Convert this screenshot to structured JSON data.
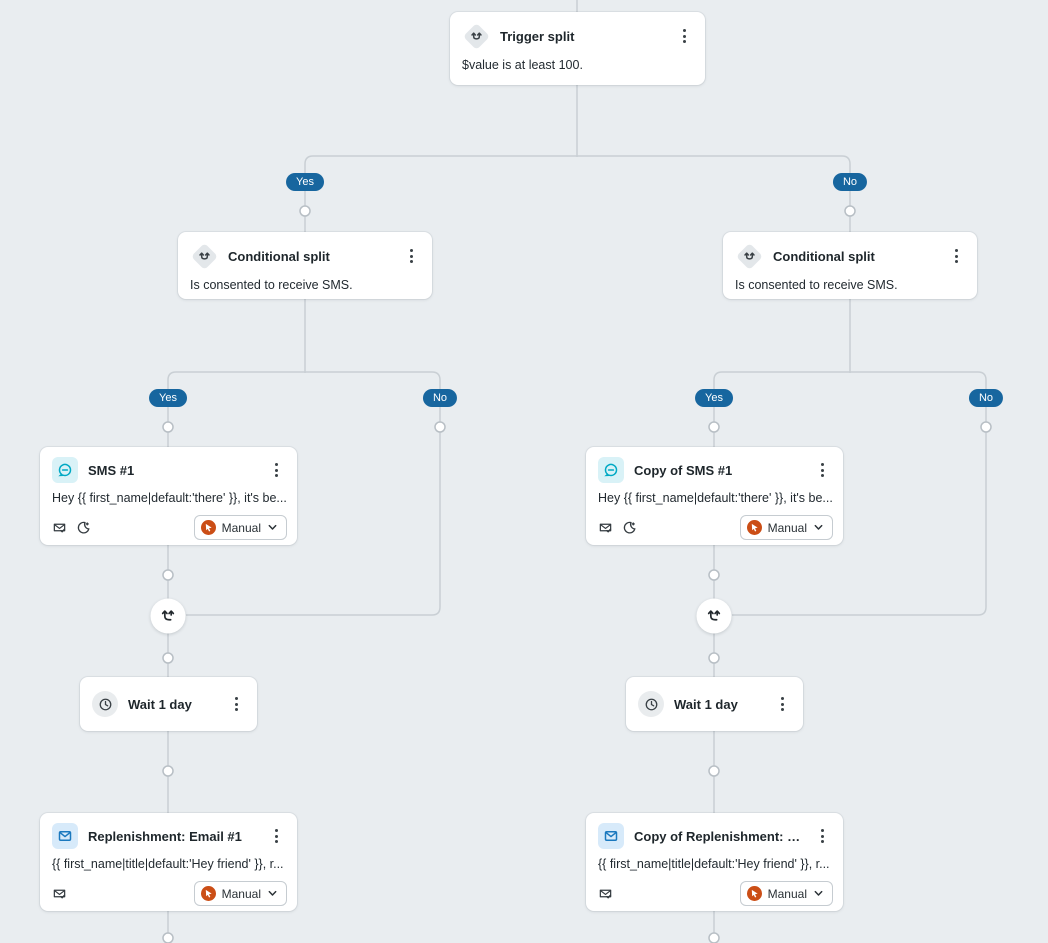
{
  "flow": {
    "labels": {
      "yes": "Yes",
      "no": "No"
    },
    "trigger": {
      "title": "Trigger split",
      "body": "$value is at least 100."
    },
    "conditional_left": {
      "title": "Conditional split",
      "body": "Is consented to receive SMS."
    },
    "conditional_right": {
      "title": "Conditional split",
      "body": "Is consented to receive SMS."
    },
    "sms_left": {
      "title": "SMS #1",
      "body": "Hey {{ first_name|default:'there' }}, it's be...",
      "status": "Manual"
    },
    "sms_right": {
      "title": "Copy of SMS #1",
      "body": "Hey {{ first_name|default:'there' }}, it's be...",
      "status": "Manual"
    },
    "wait_left": {
      "title": "Wait 1 day"
    },
    "wait_right": {
      "title": "Wait 1 day"
    },
    "email_left": {
      "title": "Replenishment: Email #1",
      "body": "{{ first_name|title|default:'Hey friend' }}, r...",
      "status": "Manual"
    },
    "email_right": {
      "title": "Copy of Replenishment: Em...",
      "body": "{{ first_name|title|default:'Hey friend' }}, r...",
      "status": "Manual"
    }
  },
  "icons": {
    "split": "split-arrows-icon",
    "merge": "merge-paths-icon",
    "sms": "chat-bubble-icon",
    "email": "envelope-icon",
    "wait": "clock-icon",
    "smart_sending": "envelope-check-icon",
    "quiet_hours": "moon-icon",
    "manual_status": "manual-status-icon",
    "menu": "kebab-menu-icon",
    "chevron": "chevron-down-icon"
  },
  "colors": {
    "canvas_bg": "#e9edf0",
    "wire": "#c9cfd4",
    "badge_blue": "#17669f",
    "manual_orange": "#cb4e16",
    "sms_teal": "#00a9c4",
    "email_blue": "#1a78be",
    "card_bg": "#ffffff"
  }
}
